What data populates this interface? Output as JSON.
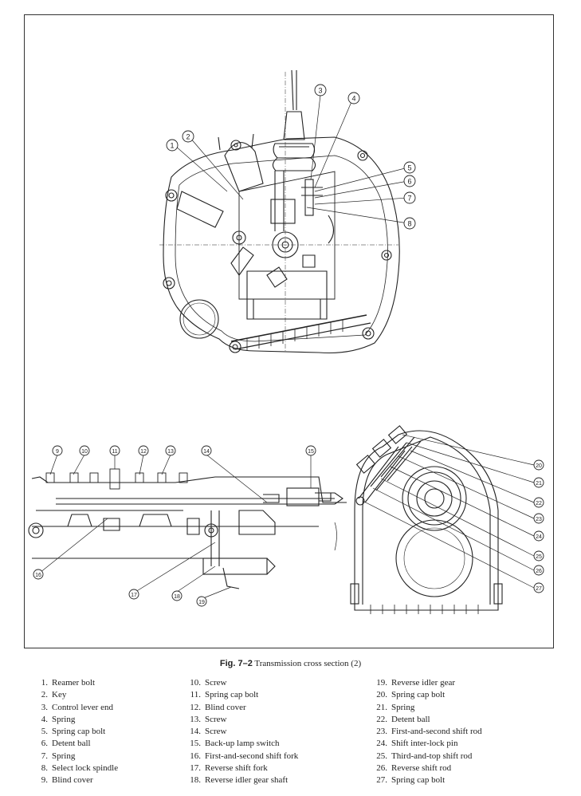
{
  "figure": {
    "number": "Fig. 7–2",
    "title": "Transmission cross section (2)"
  },
  "callouts": {
    "top_view": [
      "1",
      "2",
      "3",
      "4",
      "5",
      "6",
      "7",
      "8"
    ],
    "side_view": [
      "9",
      "10",
      "11",
      "12",
      "13",
      "14",
      "15",
      "16",
      "17",
      "18",
      "19"
    ],
    "end_view": [
      "20",
      "21",
      "22",
      "23",
      "24",
      "25",
      "26",
      "27"
    ]
  },
  "legend": {
    "col1": [
      {
        "num": "1.",
        "label": "Reamer bolt"
      },
      {
        "num": "2.",
        "label": "Key"
      },
      {
        "num": "3.",
        "label": "Control lever end"
      },
      {
        "num": "4.",
        "label": "Spring"
      },
      {
        "num": "5.",
        "label": "Spring cap bolt"
      },
      {
        "num": "6.",
        "label": "Detent ball"
      },
      {
        "num": "7.",
        "label": "Spring"
      },
      {
        "num": "8.",
        "label": "Select lock spindle"
      },
      {
        "num": "9.",
        "label": "Blind cover"
      }
    ],
    "col2": [
      {
        "num": "10.",
        "label": "Screw"
      },
      {
        "num": "11.",
        "label": "Spring cap bolt"
      },
      {
        "num": "12.",
        "label": "Blind cover"
      },
      {
        "num": "13.",
        "label": "Screw"
      },
      {
        "num": "14.",
        "label": "Screw"
      },
      {
        "num": "15.",
        "label": "Back-up lamp switch"
      },
      {
        "num": "16.",
        "label": "First-and-second shift fork"
      },
      {
        "num": "17.",
        "label": "Reverse shift fork"
      },
      {
        "num": "18.",
        "label": "Reverse idler gear shaft"
      }
    ],
    "col3": [
      {
        "num": "19.",
        "label": "Reverse idler gear"
      },
      {
        "num": "20.",
        "label": "Spring cap bolt"
      },
      {
        "num": "21.",
        "label": "Spring"
      },
      {
        "num": "22.",
        "label": "Detent ball"
      },
      {
        "num": "23.",
        "label": "First-and-second shift rod"
      },
      {
        "num": "24.",
        "label": "Shift inter-lock pin"
      },
      {
        "num": "25.",
        "label": "Third-and-top shift rod"
      },
      {
        "num": "26.",
        "label": "Reverse shift rod"
      },
      {
        "num": "27.",
        "label": "Spring cap bolt"
      }
    ]
  }
}
